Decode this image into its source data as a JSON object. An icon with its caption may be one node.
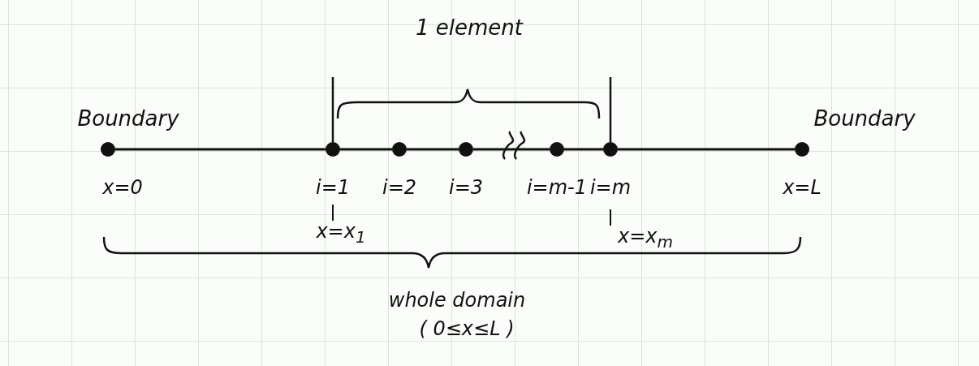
{
  "diagram": {
    "nodes": [
      {
        "text": [],
        "shape": "circle",
        "beside": [
          "x=0"
        ]
      },
      {
        "text": [],
        "shape": "circle",
        "beside": [
          "i=1"
        ]
      },
      {
        "text": [],
        "shape": "circle",
        "beside": [
          "i=2"
        ]
      },
      {
        "text": [],
        "shape": "circle",
        "beside": [
          "i=3"
        ]
      },
      {
        "text": [],
        "shape": "circle",
        "beside": [
          "i=m-1"
        ]
      },
      {
        "text": [],
        "shape": "circle",
        "beside": [
          "i=m"
        ]
      },
      {
        "text": [],
        "shape": "circle",
        "beside": [
          "x=L"
        ]
      }
    ],
    "edges": [
      {
        "from": 0,
        "to": 1,
        "arrow": "none"
      },
      {
        "from": 1,
        "to": 2,
        "arrow": "none"
      },
      {
        "from": 2,
        "to": 3,
        "arrow": "none"
      },
      {
        "from": 3,
        "to": 4,
        "arrow": "none"
      },
      {
        "from": 4,
        "to": 5,
        "arrow": "none"
      },
      {
        "from": 5,
        "to": 6,
        "arrow": "none"
      }
    ],
    "labels": [
      "1 element",
      "Boundary",
      "Boundary",
      "x=x$_{1}$",
      "x=x$_{m}$",
      "whole domain",
      "( 0≤x≤L )"
    ]
  }
}
